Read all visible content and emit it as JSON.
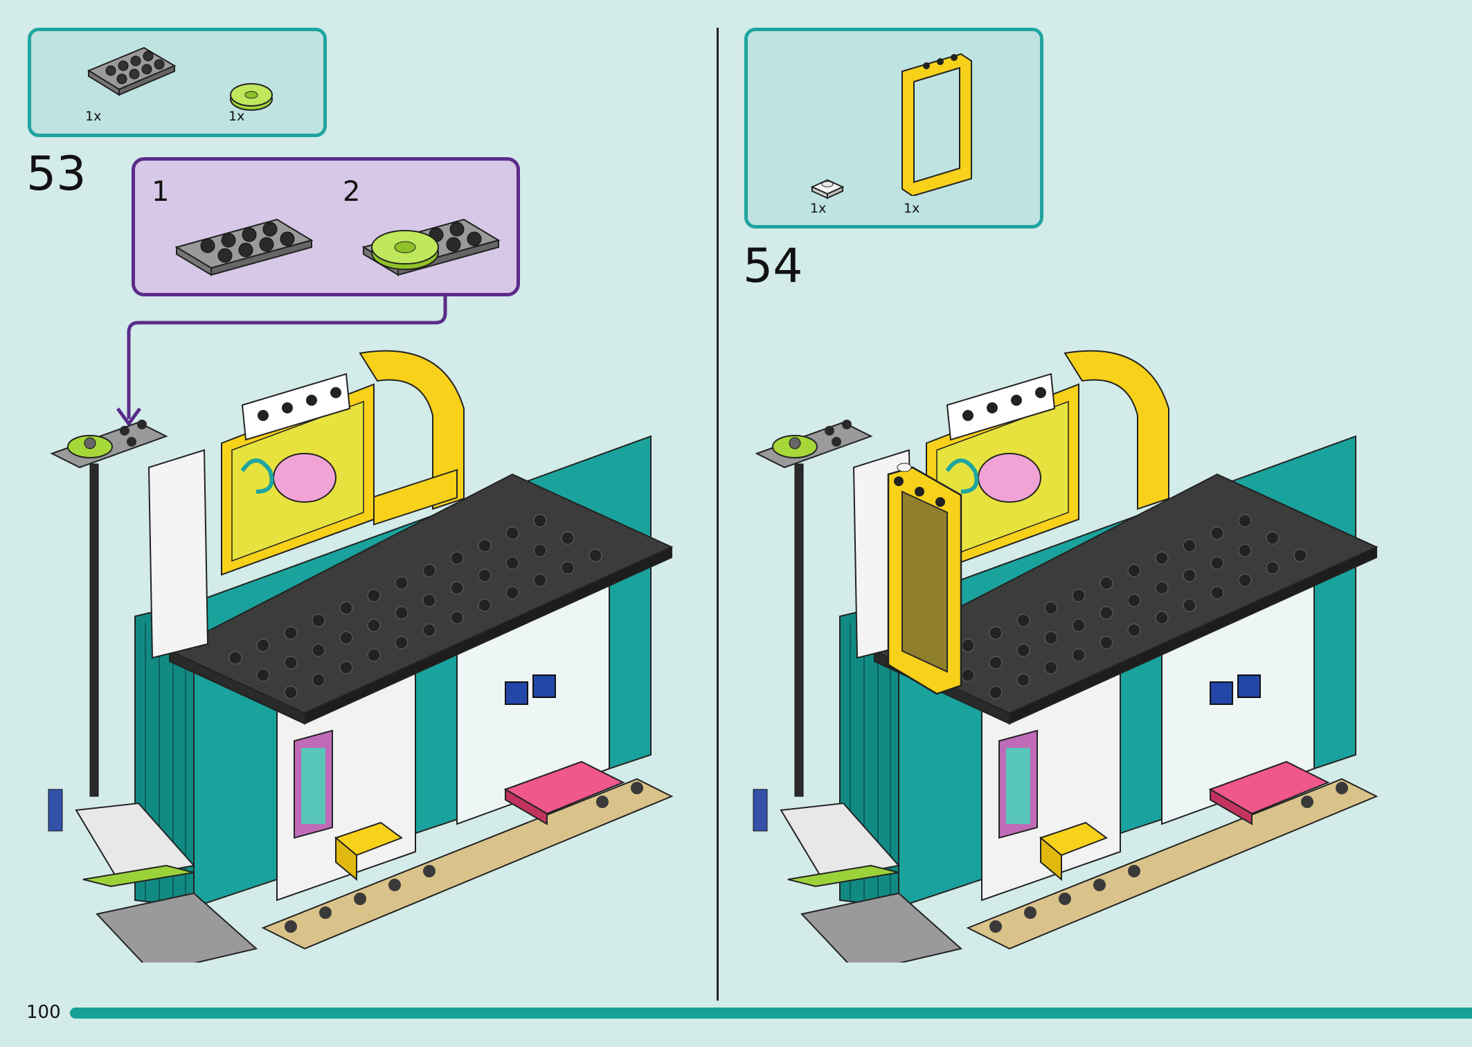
{
  "page": {
    "number": "100"
  },
  "steps": [
    {
      "number": "53",
      "parts": [
        {
          "name": "grey plate 2x4",
          "qty": "1x"
        },
        {
          "name": "lime round tile",
          "qty": "1x"
        }
      ],
      "sub_steps": [
        {
          "label": "1"
        },
        {
          "label": "2"
        }
      ]
    },
    {
      "number": "54",
      "parts": [
        {
          "name": "white plate 1x1",
          "qty": "1x"
        },
        {
          "name": "yellow door frame",
          "qty": "1x"
        }
      ]
    }
  ],
  "colors": {
    "background": "#d3ebe9",
    "parts_box_border": "#1fa5a0",
    "sub_box_border": "#5b2c89",
    "progress_bar": "#16a199"
  }
}
